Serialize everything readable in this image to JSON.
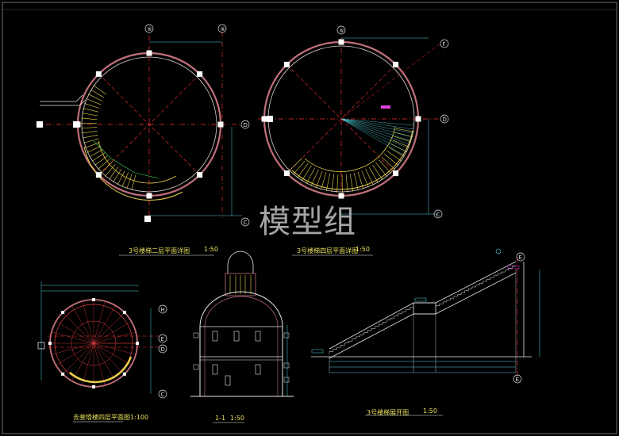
{
  "watermark": "模型组",
  "drawings": [
    {
      "id": "plan-2f",
      "title": "3号楼梯二层平面详图",
      "scale": "1:50"
    },
    {
      "id": "plan-4f",
      "title": "3号楼梯四层平面详图",
      "scale": "1:50"
    },
    {
      "id": "plan-tower",
      "title": "去斐塔楼四层平面图1:100",
      "scale": ""
    },
    {
      "id": "section-1",
      "title": "1-1",
      "scale": "1:50"
    },
    {
      "id": "stair-elev",
      "title": "3号楼梯展开图",
      "scale": "1:50"
    }
  ],
  "grid_labels": {
    "plan2": [
      "⑥",
      "⑧",
      "D",
      "C"
    ],
    "plan4": [
      "⑥",
      "F",
      "D",
      "C"
    ],
    "tower": [
      "H",
      "E",
      "D",
      "C"
    ],
    "elev": [
      "E",
      "E"
    ]
  },
  "colors": {
    "bg": "#000000",
    "wall": "#c0707a",
    "stair": "#e8d04a",
    "axis": "#ff3030",
    "dim": "#4fd2e0",
    "text": "#e8e05a"
  }
}
